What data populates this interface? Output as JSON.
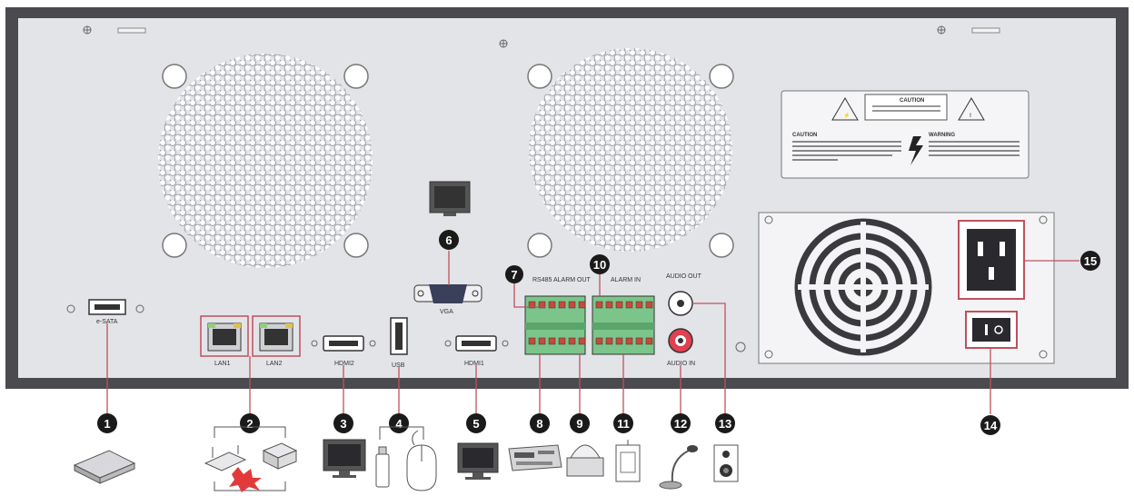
{
  "ports": {
    "esata": "e-SATA",
    "lan1": "LAN1",
    "lan2": "LAN2",
    "hdmi2": "HDMI2",
    "usb": "USB",
    "hdmi1": "HDMI1",
    "vga": "VGA",
    "rs485_alarm_out": "RS485 ALARM OUT",
    "alarm_in": "ALARM IN",
    "audio_out": "AUDIO OUT",
    "audio_in": "AUDIO IN"
  },
  "warning_label": {
    "caution_header": "CAUTION",
    "caution": "CAUTION",
    "warning": "WARNING"
  },
  "callouts": [
    "1",
    "2",
    "3",
    "4",
    "5",
    "6",
    "7",
    "8",
    "9",
    "10",
    "11",
    "12",
    "13",
    "14",
    "15"
  ],
  "colors": {
    "panel": "#e3e4e8",
    "frame": "#4a4a4f",
    "terminal_green": "#7cc58a",
    "callout_line": "#c0505c",
    "badge": "#1a1a1a"
  }
}
